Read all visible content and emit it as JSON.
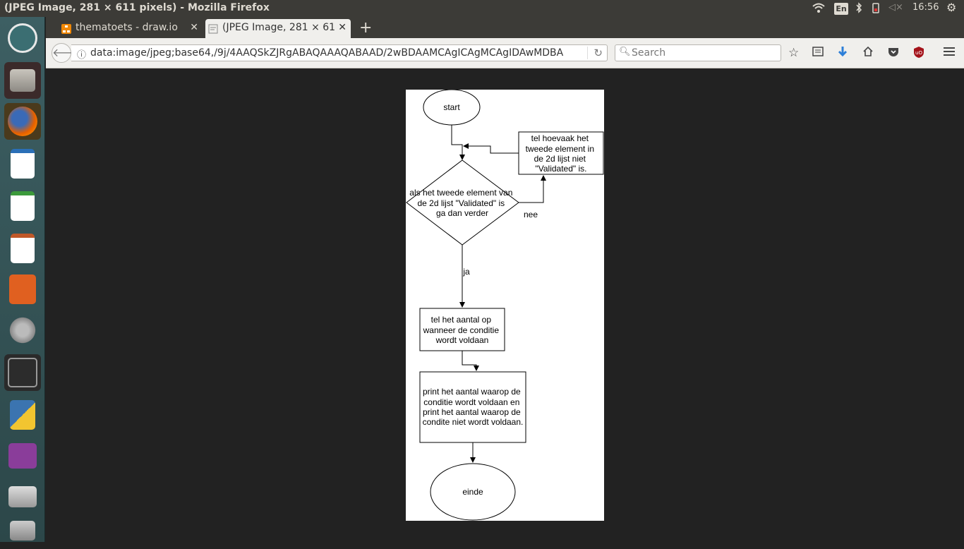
{
  "window": {
    "title": "(JPEG Image, 281 × 611 pixels) - Mozilla Firefox"
  },
  "system": {
    "keyboard": "En",
    "time": "16:56"
  },
  "tabs": [
    {
      "label": "thematoets - draw.io",
      "active": false
    },
    {
      "label": "(JPEG Image, 281 × 611",
      "active": true
    }
  ],
  "navbar": {
    "url": "data:image/jpeg;base64,/9j/4AAQSkZJRgABAQAAAQABAAD/2wBDAAMCAgICAgMCAgIDAwMDBA",
    "search_placeholder": "Search"
  },
  "flowchart": {
    "start": "start",
    "decision": [
      "als het tweede element van",
      "de 2d lijst \"Validated\" is",
      "ga dan verder"
    ],
    "count_loop": [
      "tel hoevaak het",
      "tweede element in",
      "de 2d lijst niet",
      "\"Validated\" is."
    ],
    "no_label": "nee",
    "yes_label": "ja",
    "count_box": [
      "tel het aantal op",
      "wanneer de conditie",
      "wordt voldaan"
    ],
    "print_box": [
      "print het aantal waarop de",
      "conditie wordt voldaan en",
      "print  het aantal waarop de",
      "condite niet wordt voldaan."
    ],
    "end": "einde"
  },
  "colors": {
    "panel": "#3c3b37",
    "toolbar": "#f0efec",
    "content_bg": "#222222",
    "download_arrow": "#2d7fd8",
    "ublock": "#a4131a"
  }
}
